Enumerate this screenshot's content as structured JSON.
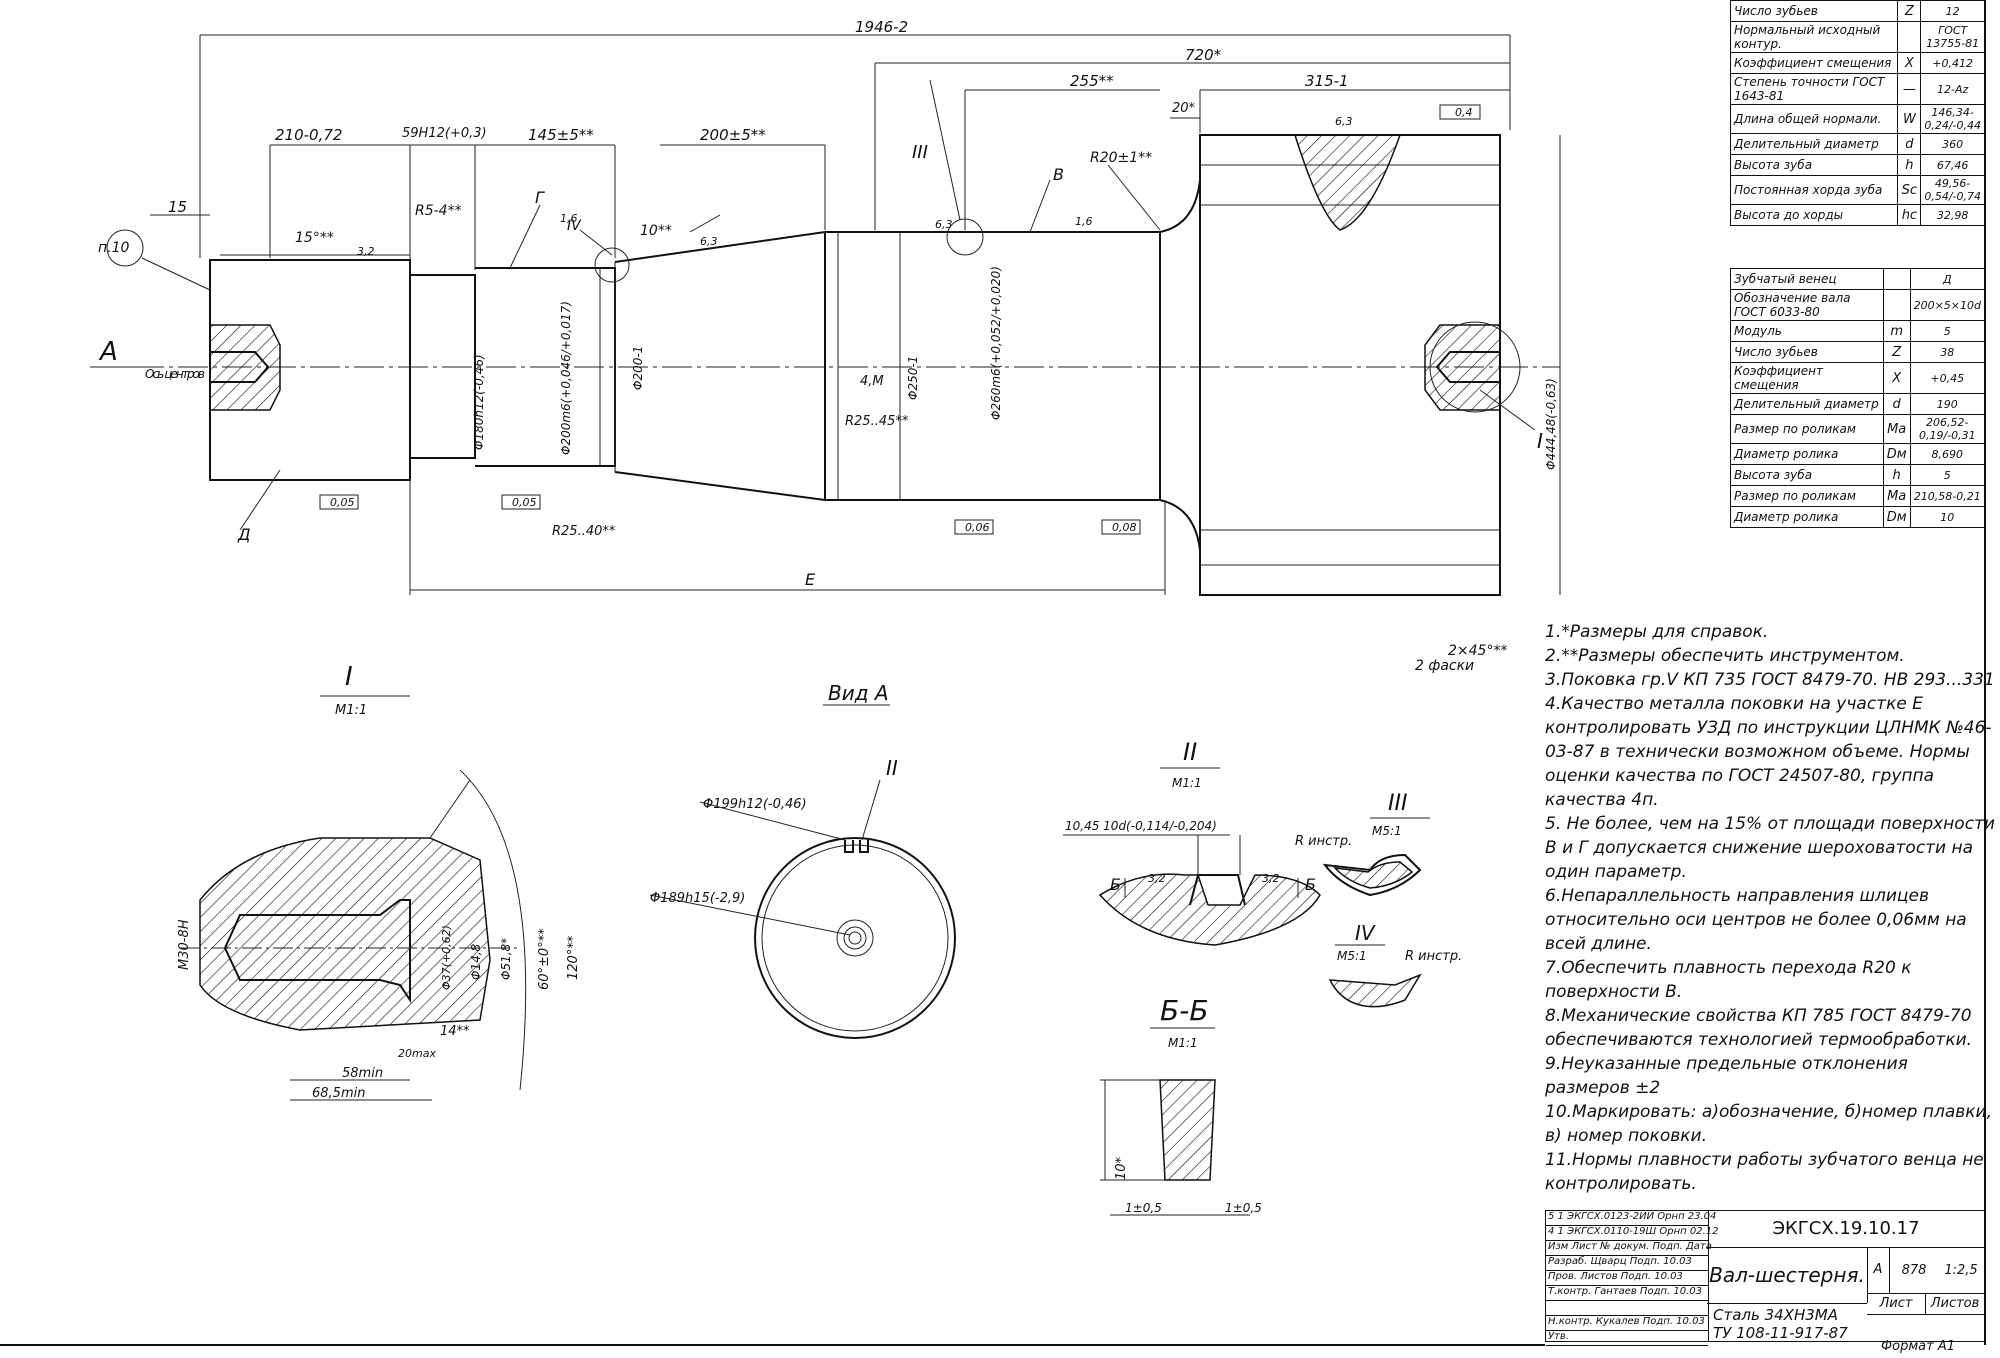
{
  "dimensions": {
    "overall_length": "1946-2",
    "d720": "720*",
    "d255": "255**",
    "d315": "315-1",
    "d210": "210-0,72",
    "d59": "59H12(+0,3)",
    "d145": "145±5**",
    "d200": "200±5**",
    "d15": "15",
    "chamfer15": "15°**",
    "r5": "R5-4**",
    "d10": "10**",
    "d20": "20*",
    "r20": "R20±1**",
    "tol04": "0,4",
    "ref_p10": "п.10",
    "axis": "Ось центров",
    "view_a_letter": "A",
    "dia180": "Φ180h12(-0,46)",
    "dia200m6": "Φ200m6(+0,046/+0,017)",
    "dia200_1": "Φ200-1",
    "dia250": "Φ250-1",
    "dia260m6": "Φ260m6(+0,052/+0,020)",
    "dia444": "Φ444,48(-0,63)",
    "r25a": "R25..40**",
    "r25b": "R25..40**",
    "tol005": "0,05",
    "tol005b": "0,05",
    "tol006": "0,06",
    "tol008": "0,08",
    "e_label": "E",
    "chamfer_2x45": "2×45°**",
    "faces2": "2 фаски",
    "rough32": "3,2",
    "rough63": "6,3",
    "rough16": "1,6",
    "mark_g": "Г",
    "mark_v": "В",
    "mark_d": "Д",
    "mark_4m": "4,M",
    "rome1": "I",
    "rome2": "II",
    "rome3": "III",
    "rome4": "IV",
    "r25_45": "R25..45**"
  },
  "views": {
    "detail1_title": "I",
    "detail1_scale": "M1:1",
    "viewA_title": "Вид A",
    "detail2_title": "II",
    "detail2_scale": "M1:1",
    "detail3_title": "III",
    "detail3_scale": "M5:1",
    "detail4_title": "IV",
    "detail4_scale": "M5:1",
    "section_title": "Б-Б",
    "section_scale": "M1:1",
    "r_instr1": "R инстр.",
    "r_instr2": "R инстр.",
    "v_dia199": "Φ199h12(-0,46)",
    "v_dia189": "Φ189h15(-2,9)",
    "d2_width": "10,45 10d(-0,114/-0,204)",
    "d1_m30": "M30-8H",
    "d1_dia37": "Φ37(+0,62)",
    "d1_dia148": "Φ14,8",
    "d1_dia518": "Φ51,8*",
    "d1_ang60": "60°±0°**",
    "d1_ang120": "120°**",
    "d1_14": "14**",
    "d1_20max": "20max",
    "d1_58": "58min",
    "d1_685": "68,5min",
    "s_10": "10*",
    "s_105a": "1±0,5",
    "s_105b": "1±0,5",
    "b_left": "Б",
    "b_right": "Б"
  },
  "gear_table_top": [
    {
      "name": "Число зубьев",
      "sym": "Z",
      "val": "12"
    },
    {
      "name": "Нормальный исходный контур.",
      "sym": "",
      "val": "ГОСТ 13755-81"
    },
    {
      "name": "Коэффициент смещения",
      "sym": "X",
      "val": "+0,412"
    },
    {
      "name": "Степень точности ГОСТ 1643-81",
      "sym": "—",
      "val": "12-Az"
    },
    {
      "name": "Длина общей нормали.",
      "sym": "W",
      "val": "146,34-0,24/-0,44"
    },
    {
      "name": "Делительный диаметр",
      "sym": "d",
      "val": "360"
    },
    {
      "name": "Высота зуба",
      "sym": "h",
      "val": "67,46"
    },
    {
      "name": "Постоянная хорда зуба",
      "sym": "Sc",
      "val": "49,56-0,54/-0,74"
    },
    {
      "name": "Высота до хорды",
      "sym": "hc",
      "val": "32,98"
    }
  ],
  "gear_table_bottom": [
    {
      "name": "Зубчатый венец",
      "sym": "",
      "val": "Д"
    },
    {
      "name": "Обозначение вала ГОСТ 6033-80",
      "sym": "",
      "val": "200×5×10d"
    },
    {
      "name": "Модуль",
      "sym": "m",
      "val": "5"
    },
    {
      "name": "Число зубьев",
      "sym": "Z",
      "val": "38"
    },
    {
      "name": "Коэффициент смещения",
      "sym": "X",
      "val": "+0,45"
    },
    {
      "name": "Делительный диаметр",
      "sym": "d",
      "val": "190"
    },
    {
      "name": "Размер по роликам",
      "sym": "Ma",
      "val": "206,52-0,19/-0,31"
    },
    {
      "name": "Диаметр ролика",
      "sym": "Dм",
      "val": "8,690"
    },
    {
      "name": "Высота зуба",
      "sym": "h",
      "val": "5"
    },
    {
      "name": "Размер по роликам",
      "sym": "Ma",
      "val": "210,58-0,21"
    },
    {
      "name": "Диаметр ролика",
      "sym": "Dм",
      "val": "10"
    }
  ],
  "notes": [
    "1.*Размеры для справок.",
    "2.**Размеры обеспечить инструментом.",
    "3.Поковка гр.V КП 735 ГОСТ 8479-70. НВ 293...331",
    "4.Качество металла поковки на участке E контролировать УЗД по инструкции ЦЛНМК №46-03-87 в технически возможном объеме. Нормы оценки качества по ГОСТ 24507-80, группа качества 4п.",
    "5. Не более, чем на 15% от площади поверхности В и Г допускается снижение шероховатости на один параметр.",
    "6.Непараллельность направления шлицев относительно оси центров не более 0,06мм на всей длине.",
    "7.Обеспечить плавность перехода R20 к поверхности В.",
    "8.Механические свойства КП 785 ГОСТ 8479-70 обеспечиваются технологией термообработки.",
    "9.Неуказанные предельные отклонения размеров ±2",
    "10.Маркировать: а)обозначение, б)номер плавки, в) номер поковки.",
    "11.Нормы плавности работы зубчатого венца не контролировать."
  ],
  "title_block": {
    "code": "ЭКГСХ.19.10.17",
    "name": "Вал-шестерня.",
    "material_1": "Сталь 34ХН3МА",
    "material_2": "ТУ 108-11-917-87",
    "lit": "А",
    "mass": "878",
    "scale": "1:2,5",
    "sheet": "Лист",
    "sheets": "Листов",
    "format": "Формат А1",
    "rows": [
      "5  1  ЭКГСХ.0123-2ИИ  Орнп  23.04",
      "4  1  ЭКГСХ.0110-19Ш  Орнп  02.12",
      "Изм Лист  № докум.  Подп.  Дата",
      "Разраб.  Щварц  Подп.  10.03",
      "Пров.  Листов  Подп.  10.03",
      "Т.контр.  Гантаев  Подп.  10.03",
      "",
      "Н.контр.  Кукалев  Подп.  10.03",
      "Утв."
    ]
  }
}
